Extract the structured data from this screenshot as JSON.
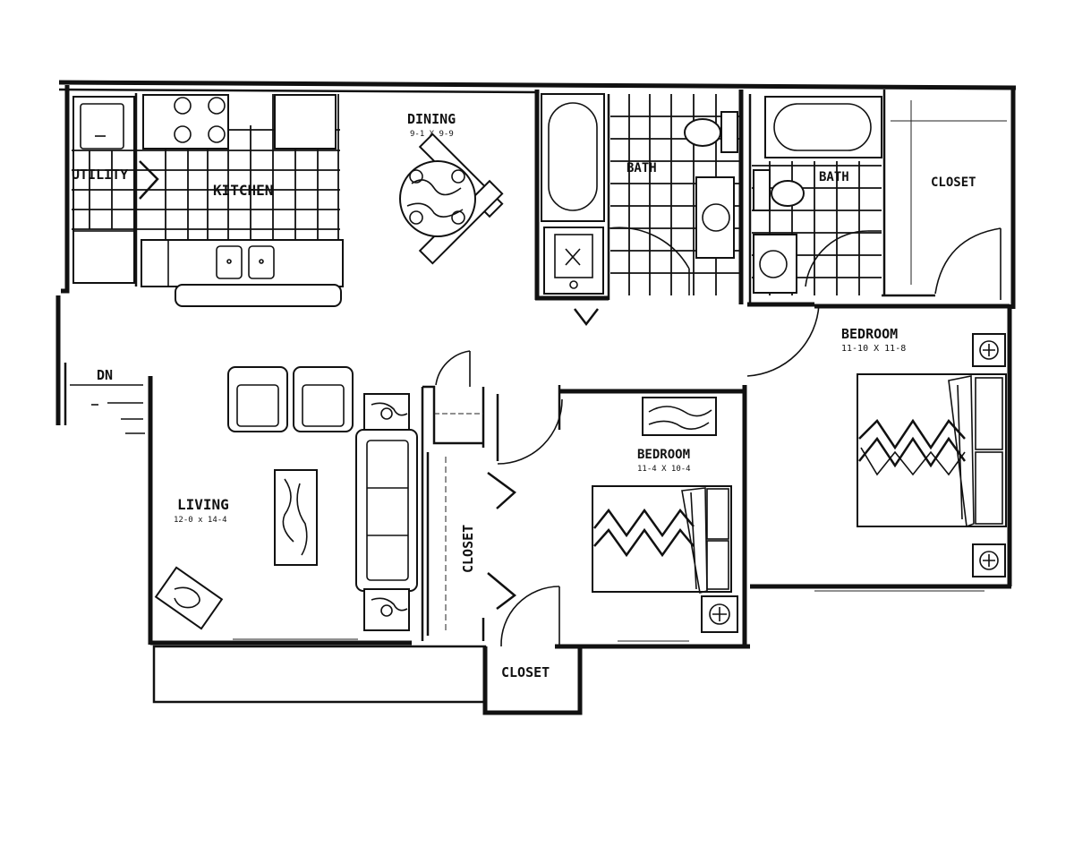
{
  "rooms": {
    "utility": {
      "label": "UTILITY"
    },
    "kitchen": {
      "label": "KITCHEN"
    },
    "dining": {
      "label": "DINING",
      "dims": "9-1 X 9-9"
    },
    "bath1": {
      "label": "BATH"
    },
    "bath2": {
      "label": "BATH"
    },
    "closet_master": {
      "label": "CLOSET"
    },
    "bedroom_master": {
      "label": "BEDROOM",
      "dims": "11-10 X 11-8"
    },
    "bedroom_second": {
      "label": "BEDROOM",
      "dims": "11-4 X 10-4"
    },
    "living": {
      "label": "LIVING",
      "dims": "12-0 x 14-4"
    },
    "closet_hall": {
      "label": "CLOSET"
    },
    "closet_lower": {
      "label": "CLOSET"
    },
    "stair": {
      "label": "DN"
    }
  }
}
